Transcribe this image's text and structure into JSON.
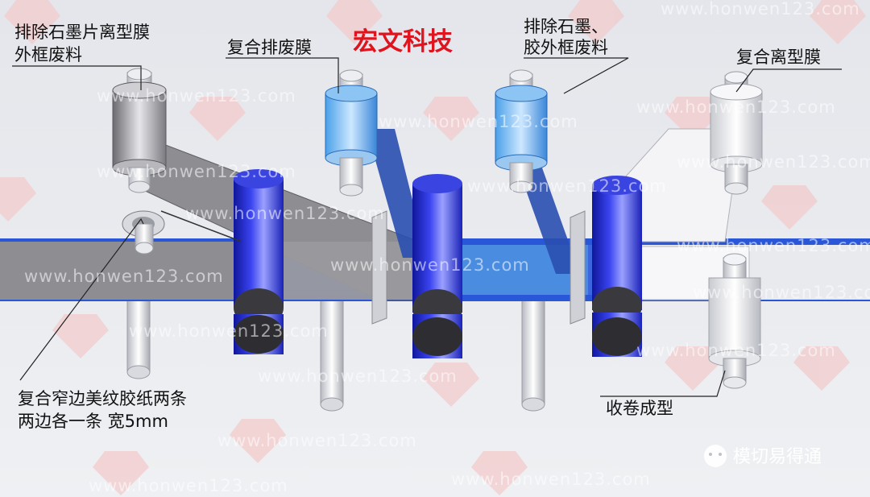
{
  "title": "宏文科技",
  "labels": {
    "l1a": "排除石墨片离型膜",
    "l1b": "外框废料",
    "l2": "复合排废膜",
    "l3a": "排除石墨、",
    "l3b": "胶外框废料",
    "l4": "复合离型膜",
    "l5a": "复合窄边美纹胶纸两条",
    "l5b": "两边各一条 宽5mm",
    "l6": "收卷成型"
  },
  "watermark": "www.honwen123.com",
  "brand": "模切易得通",
  "colors": {
    "title": "#e0141e",
    "base_strip": "#2a57d8",
    "blue_film": "#4a8de0",
    "roller_dark": "#1f28c8",
    "grey_film": "#8e8e92",
    "white_film": "#f4f4f6"
  }
}
